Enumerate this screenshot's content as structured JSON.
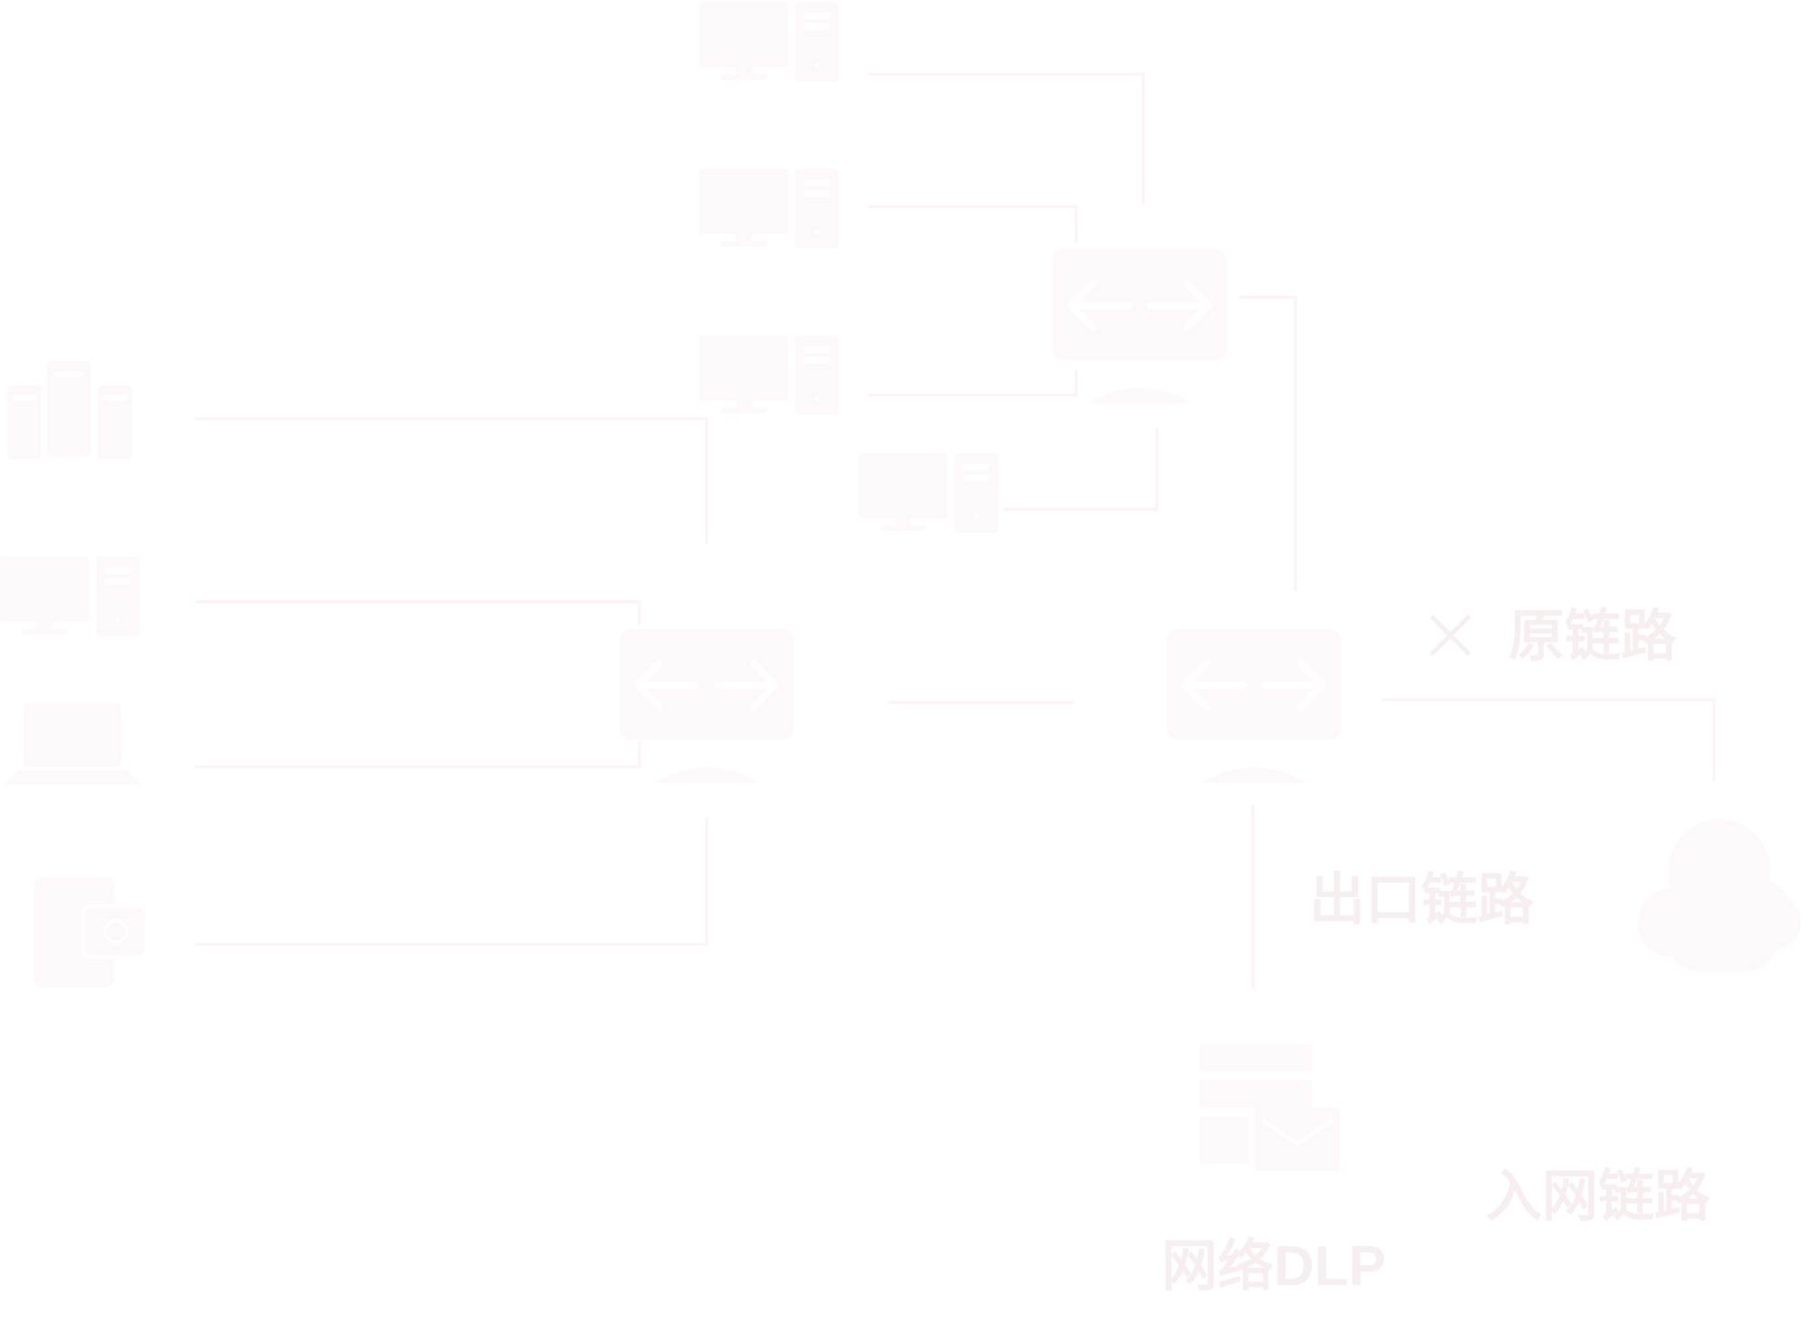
{
  "colors": {
    "icon_fill": "#fdf8f9",
    "icon_detail": "#ffffff",
    "link_line": "#fbf3f5",
    "label_text": "#f7eef0",
    "cross_mark": "#f7eef0"
  },
  "labels": {
    "original_link": "原链路",
    "egress_link": "出口链路",
    "ingress_link": "入网链路",
    "network_dlp": "网络DLP"
  },
  "icons": {
    "switch": "switch-icon",
    "desktop": "desktop-computer-icon",
    "server_cluster": "server-cluster-icon",
    "laptop": "laptop-icon",
    "mobile": "mobile-devices-icon",
    "cloud": "cloud-icon",
    "dlp": "dlp-appliance-icon",
    "cross": "cross-icon"
  }
}
